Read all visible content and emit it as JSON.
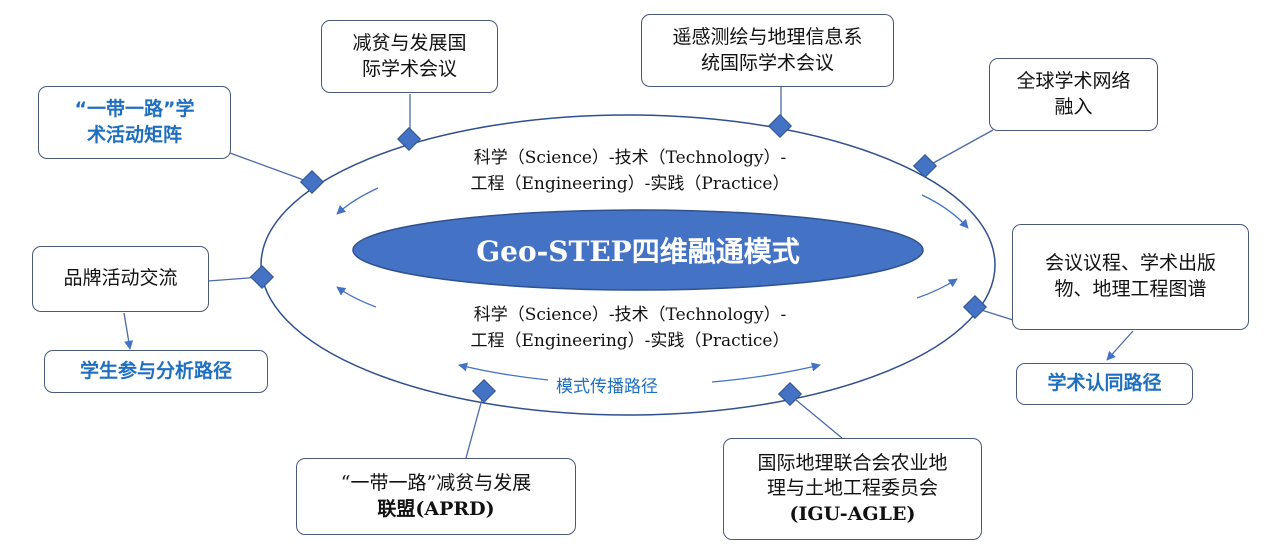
{
  "center": {
    "title": "Geo-STEP四维融通模式"
  },
  "top_text": {
    "line1": "科学（Science）-技术（Technology）-",
    "line2": "工程（Engineering）-实践（Practice）"
  },
  "bottom_text": {
    "line1": "科学（Science）-技术（Technology）-",
    "line2": "工程（Engineering）-实践（Practice）"
  },
  "path_label": "模式传播路径",
  "nodes": {
    "poverty_conf": {
      "line1": "减贫与发展国",
      "line2": "际学术会议"
    },
    "remote_sensing_conf": {
      "line1": "遥感测绘与地理信息系",
      "line2": "统国际学术会议"
    },
    "global_network": {
      "line1": "全球学术网络",
      "line2": "融入"
    },
    "belt_road_matrix": {
      "line1": "“一带一路”学",
      "line2": "术活动矩阵"
    },
    "brand_exchange": {
      "line1": "品牌活动交流"
    },
    "student_path": {
      "line1": "学生参与分析路径"
    },
    "publications": {
      "line1": "会议议程、学术出版",
      "line2": "物、地理工程图谱"
    },
    "academic_path": {
      "line1": "学术认同路径"
    },
    "aprd": {
      "line1": "“一带一路”减贫与发展",
      "line2": "联盟(APRD)"
    },
    "igu_agle": {
      "line1": "国际地理联合会农业地",
      "line2": "理与土地工程委员会",
      "line3": "(IGU-AGLE)"
    }
  },
  "colors": {
    "accent_blue": "#1f6fc0",
    "ellipse_fill": "#4472c4",
    "diamond": "#4472c4",
    "line": "#4a6aa8"
  }
}
